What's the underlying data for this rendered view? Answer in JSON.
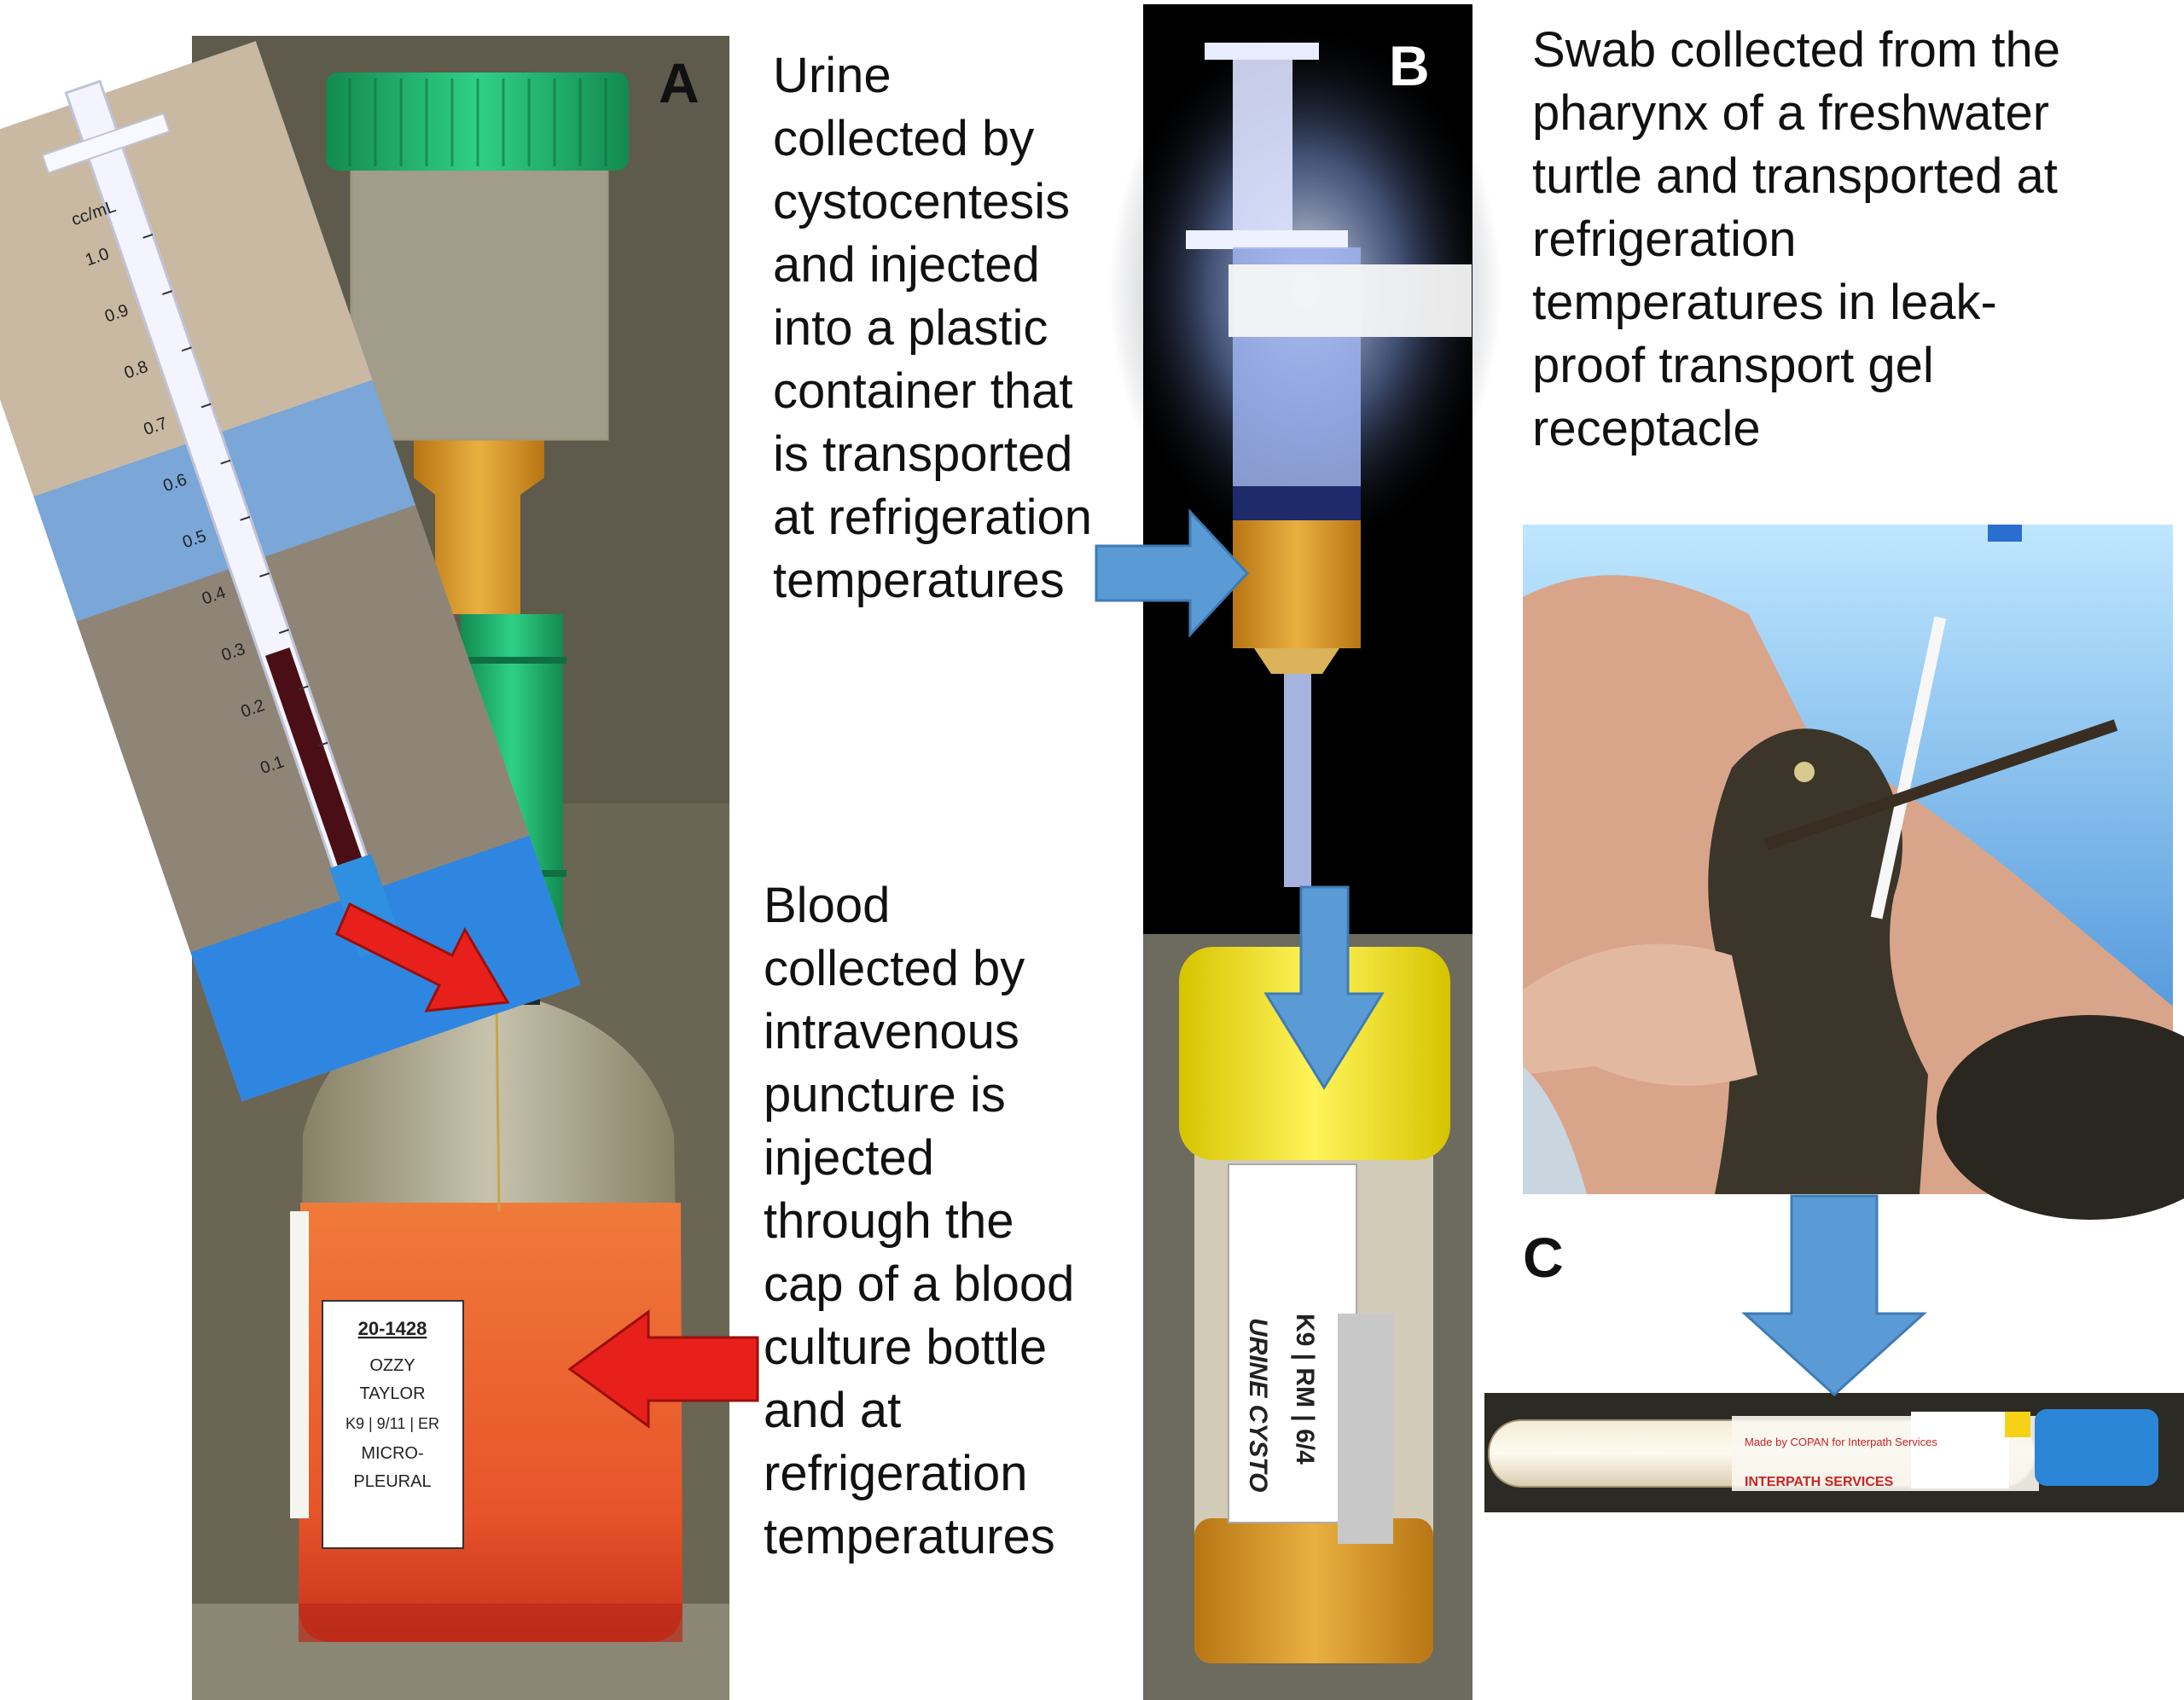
{
  "panels": {
    "a": {
      "letter": "A",
      "urine_caption": [
        "Urine",
        "collected by",
        "cystocentesis",
        "and injected",
        "into a plastic",
        "container that",
        "is transported",
        "at refrigeration",
        "temperatures"
      ],
      "blood_caption": [
        "Blood",
        "collected by",
        "intravenous",
        "puncture is",
        "injected",
        "through the",
        "cap of a blood",
        "culture bottle",
        "and at",
        "refrigeration",
        "temperatures"
      ],
      "bottle_label": [
        "20-1428",
        "OZZY",
        "TAYLOR",
        "K9 | 9/11 | ER",
        "MICRO-",
        "PLEURAL"
      ],
      "syringe_marks": [
        "cc/mL",
        "1.0",
        "0.9",
        "0.8",
        "0.7",
        "0.6",
        "0.5",
        "0.4",
        "0.3",
        "0.2",
        "0.1"
      ]
    },
    "b": {
      "letter": "B",
      "container_label": [
        "K9 | RM | 6/4",
        "URINE CYSTO"
      ]
    },
    "c": {
      "letter": "C",
      "swab_caption": [
        "Swab collected from the",
        "pharynx of a freshwater",
        "turtle and transported at",
        "refrigeration",
        "temperatures in leak-",
        "proof transport gel",
        "receptacle"
      ],
      "tube_label": [
        "Made by COPAN for Interpath Services",
        "INTERPATH SERVICES"
      ]
    }
  },
  "colors": {
    "red_arrow": "#e8201c",
    "blue_arrow": "#5b9bd5",
    "blue_arrow_edge": "#3f7bb5",
    "green_cap": "#1fb870",
    "yellow_cap": "#ffee22",
    "culture_medium": "#e8542a",
    "urine": "#d99a28"
  }
}
